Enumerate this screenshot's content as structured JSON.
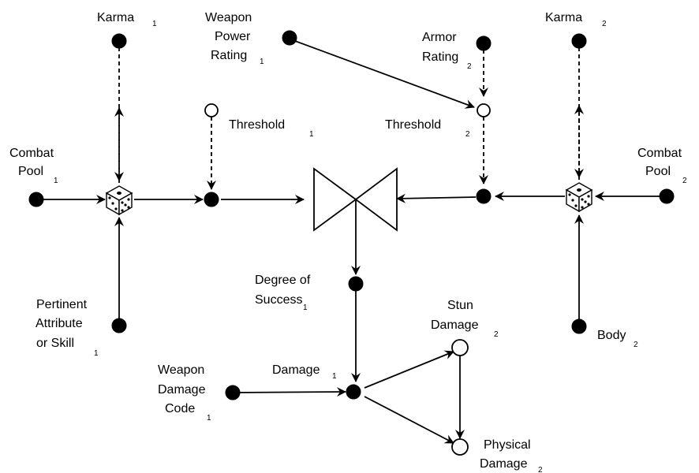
{
  "labels": {
    "karma_1": {
      "text": "Karma",
      "sub": "1"
    },
    "weapon_power_rating_1": {
      "line1": "Weapon",
      "line2": "Power",
      "line3": "Rating",
      "sub": "1"
    },
    "armor_rating_2": {
      "line1": "Armor",
      "line2": "Rating",
      "sub": "2"
    },
    "karma_2": {
      "text": "Karma",
      "sub": "2"
    },
    "threshold_1": {
      "text": "Threshold",
      "sub": "1"
    },
    "threshold_2": {
      "text": "Threshold",
      "sub": "2"
    },
    "combat_pool_1": {
      "line1": "Combat",
      "line2": "Pool",
      "sub": "1"
    },
    "combat_pool_2": {
      "line1": "Combat",
      "line2": "Pool",
      "sub": "2"
    },
    "degree_of_success_1": {
      "line1": "Degree of",
      "line2": "Success",
      "sub": "1"
    },
    "pertinent_attribute_1": {
      "line1": "Pertinent",
      "line2": "Attribute",
      "line3": "or Skill",
      "sub": "1"
    },
    "stun_damage_2": {
      "line1": "Stun",
      "line2": "Damage",
      "sub": "2"
    },
    "body_2": {
      "text": "Body",
      "sub": "2"
    },
    "weapon_damage_code_1": {
      "line1": "Weapon",
      "line2": "Damage",
      "line3": "Code",
      "sub": "1"
    },
    "damage_1": {
      "text": "Damage",
      "sub": "1"
    },
    "physical_damage_2": {
      "line1": "Physical",
      "line2": "Damage",
      "sub": "2"
    }
  },
  "colors": {
    "stroke": "#000000",
    "background": "#ffffff"
  },
  "icons": {
    "dice": "die-icon",
    "opposed_test": "bowtie-comparator-icon"
  }
}
